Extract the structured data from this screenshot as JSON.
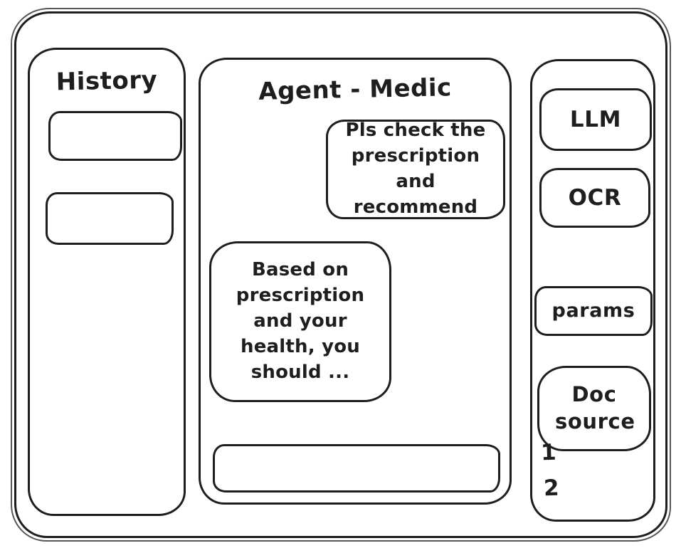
{
  "colors": {
    "stroke": "#1e1e1e",
    "surface": "#ffffff"
  },
  "history": {
    "title": "History",
    "items": [
      {
        "label": ""
      },
      {
        "label": ""
      }
    ]
  },
  "chat": {
    "title": "Agent - Medic",
    "messages": [
      {
        "role": "user",
        "text": "Pls check the prescription and recommend"
      },
      {
        "role": "assistant",
        "text": "Based on prescription and your health, you should ..."
      }
    ],
    "input": {
      "value": ""
    }
  },
  "tools": {
    "buttons": [
      {
        "label": "LLM"
      },
      {
        "label": "OCR"
      },
      {
        "label": "params"
      },
      {
        "label": "Doc source"
      }
    ],
    "doc_sources": [
      {
        "label": "1"
      },
      {
        "label": "2"
      }
    ]
  }
}
